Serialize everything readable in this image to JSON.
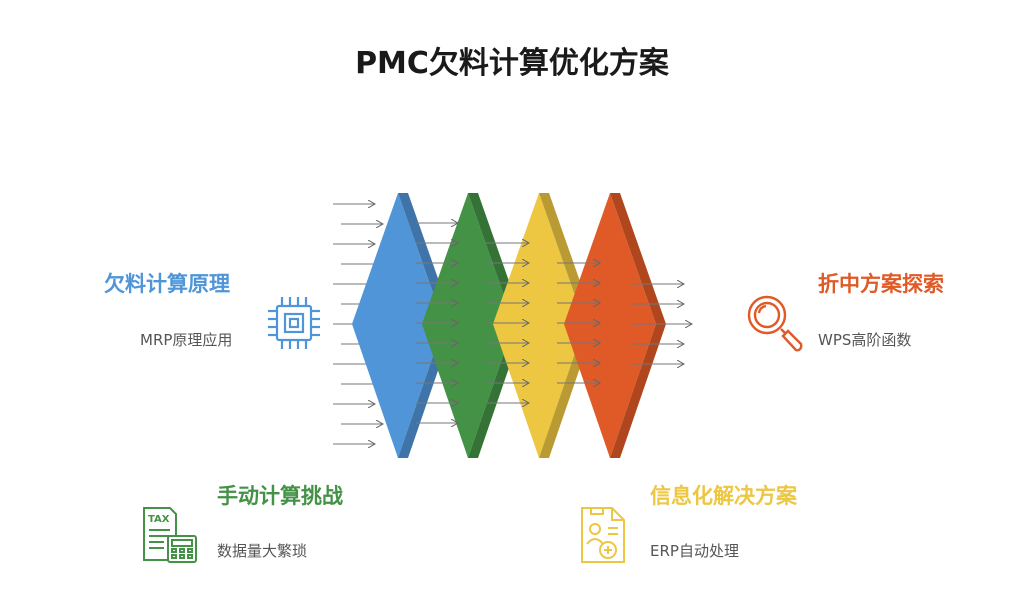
{
  "title": "PMC欠料计算优化方案",
  "colors": {
    "blue": "#4f95d8",
    "green": "#439245",
    "yellow": "#edc642",
    "orange": "#e05a27"
  },
  "stages": [
    {
      "heading": "欠料计算原理",
      "detail": "MRP原理应用",
      "color": "#4f95d8",
      "icon": "chip-icon"
    },
    {
      "heading": "手动计算挑战",
      "detail": "数据量大繁琐",
      "color": "#439245",
      "icon": "tax-calculator-icon"
    },
    {
      "heading": "信息化解决方案",
      "detail": "ERP自动处理",
      "color": "#edc642",
      "icon": "clipboard-medical-icon"
    },
    {
      "heading": "折中方案探索",
      "detail": "WPS高阶函数",
      "color": "#e05a27",
      "icon": "magnifier-icon"
    }
  ]
}
